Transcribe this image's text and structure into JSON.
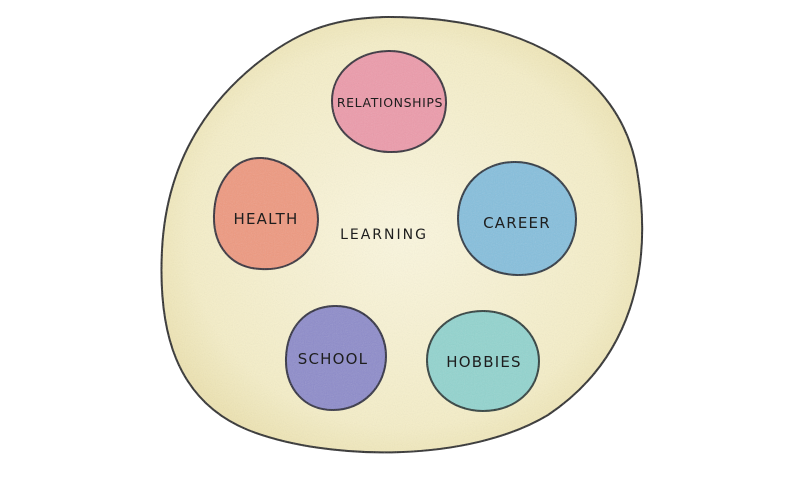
{
  "diagram": {
    "center": {
      "label": "LEARNING",
      "fill": "#f7f1cf",
      "outline": "#1f1f1f"
    },
    "nodes": [
      {
        "id": "relationships",
        "label": "RELATIONSHIPS",
        "fill": "#ec9bab",
        "shade": "#d8798d",
        "outline": "#2a2230"
      },
      {
        "id": "health",
        "label": "HEALTH",
        "fill": "#ee9a80",
        "shade": "#d97a63",
        "outline": "#2a2230"
      },
      {
        "id": "career",
        "label": "CAREER",
        "fill": "#86c0dd",
        "shade": "#5e9fc4",
        "outline": "#1d2c3a"
      },
      {
        "id": "school",
        "label": "SCHOOL",
        "fill": "#8e8ccb",
        "shade": "#6a67ad",
        "outline": "#24233b"
      },
      {
        "id": "hobbies",
        "label": "HOBBIES",
        "fill": "#93d4cf",
        "shade": "#6bb8b6",
        "outline": "#1f3432"
      }
    ]
  }
}
